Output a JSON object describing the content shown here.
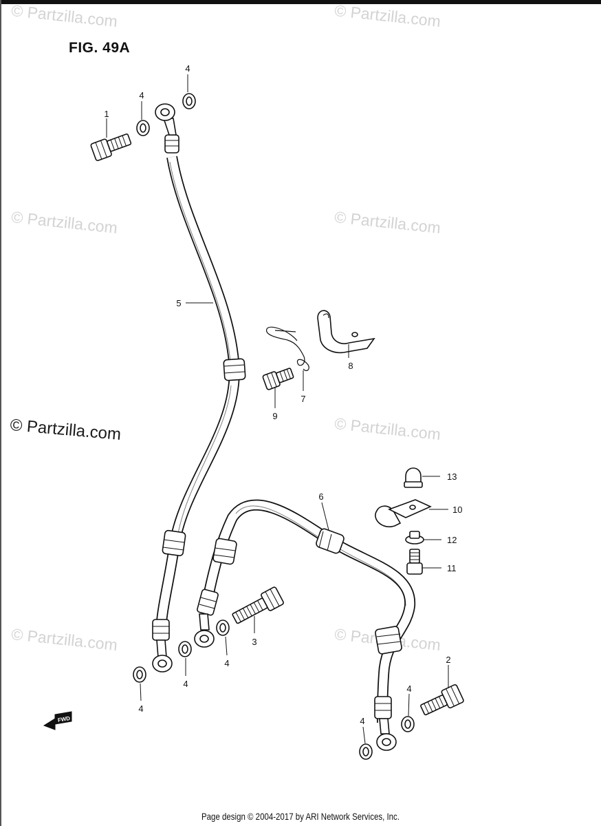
{
  "figure": {
    "title": "FIG. 49A"
  },
  "watermark": {
    "main": "© Partzilla.com",
    "faint": "© Partzilla.com"
  },
  "callouts": {
    "c1": "1",
    "c2": "2",
    "c3": "3",
    "c4a": "4",
    "c4b": "4",
    "c4c": "4",
    "c4d": "4",
    "c4e": "4",
    "c4f": "4",
    "c4g": "4",
    "c5": "5",
    "c6": "6",
    "c7": "7",
    "c8": "8",
    "c9": "9",
    "c10": "10",
    "c11": "11",
    "c12": "12",
    "c13": "13"
  },
  "fwd_label": "FWD",
  "footer": "Page design © 2004-2017 by ARI Network Services, Inc."
}
